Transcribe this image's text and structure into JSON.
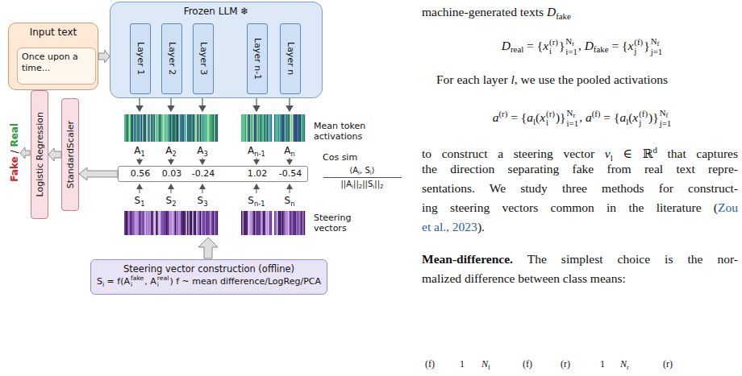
{
  "diagram": {
    "nodes": [
      {
        "text": [
          "Input text"
        ]
      },
      {
        "text": [
          "Once upon a time..."
        ],
        "in": 0
      },
      {
        "text": [
          "Frozen LLM ❄"
        ]
      },
      {
        "text": [
          "Layer 1"
        ],
        "in": 2
      },
      {
        "text": [
          "Layer 2"
        ],
        "in": 2
      },
      {
        "text": [
          "Layer 3"
        ],
        "in": 2
      },
      {
        "text": [
          "Layer n-1"
        ],
        "in": 2
      },
      {
        "text": [
          "Layer n"
        ],
        "in": 2
      },
      {
        "text": [
          "0.56",
          "0.03",
          "-0.24",
          "1.02",
          "-0.54"
        ]
      },
      {
        "text": [
          "StandardScaler"
        ]
      },
      {
        "text": [
          "Logistic Regression"
        ]
      },
      {
        "text": [
          "Steering vector construction (offline)",
          "S",
          "i",
          " = f(A",
          "i",
          "fake",
          ", A",
          "i",
          "real",
          ")  f ~ mean difference/LogReg/PCA"
        ]
      }
    ],
    "edges": [
      {
        "from": 0,
        "to": 2,
        "arrow": "to"
      },
      {
        "from": 8,
        "to": 9,
        "arrow": "to"
      },
      {
        "from": 9,
        "to": 10,
        "arrow": "to"
      }
    ],
    "labels": [
      "machine-generated texts ",
      "D",
      "fake",
      "D",
      "real",
      " = {",
      "x",
      "i",
      "(r)",
      "}",
      "i=1",
      "N",
      "r",
      ", ",
      "D",
      "fake",
      " = {",
      "x",
      "j",
      "(f)",
      "}",
      "j=1",
      "N",
      "f",
      "For each layer ",
      "l",
      ", we use the pooled activations",
      "a",
      "(r)",
      " = {",
      "a",
      "l",
      "(",
      "x",
      "i",
      "(r)",
      ")}",
      "i=1",
      "N",
      "r",
      ", ",
      "a",
      "(f)",
      " = {",
      "a",
      "l",
      "(",
      "x",
      "j",
      "(f)",
      ")}",
      "j=1",
      "N",
      "f",
      "to construct a steering vector ",
      "v",
      "l",
      " ∈ ℝ",
      "d",
      " that captures",
      "the direction separating fake from real text repre-",
      "sentations. We study three methods for construct-",
      "ing steering vectors common in the literature (",
      "Zou",
      "et al., 2023",
      ").",
      "Mean-difference.",
      " The simplest choice is the nor-",
      "malized difference between class means:",
      "(f)",
      "1",
      "N",
      "f",
      "(f)",
      "(r)",
      "1",
      "N",
      "r",
      "(r)",
      "Mean token activations",
      "A",
      "1",
      "A",
      "2",
      "A",
      "3",
      "A",
      "n-1",
      "A",
      "n",
      "Cos sim",
      "⟨A",
      "i",
      ", S",
      "i",
      "⟩",
      "||A",
      "i",
      "||",
      "2",
      "||S",
      "i",
      "||",
      "2",
      "S",
      "1",
      "S",
      "2",
      "S",
      "3",
      "S",
      "n-1",
      "S",
      "n",
      "Steering vectors",
      "Fake",
      " / ",
      "Real"
    ]
  }
}
